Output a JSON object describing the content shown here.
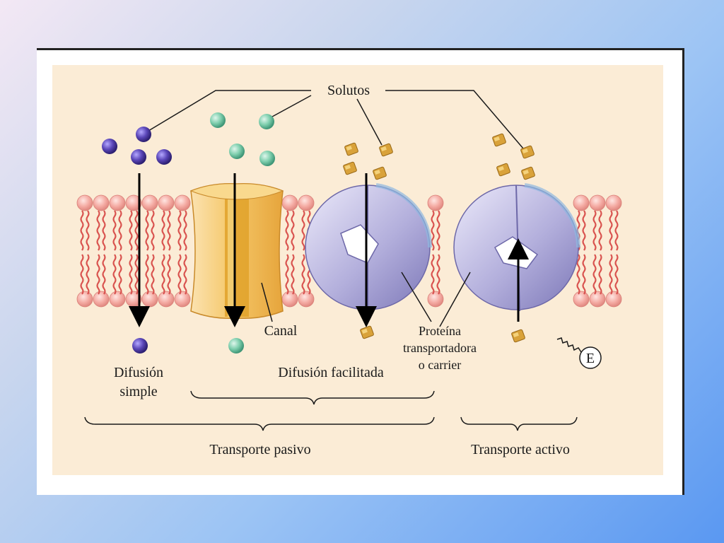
{
  "labels": {
    "solutos": "Solutos",
    "canal": "Canal",
    "proteina_line1": "Proteína",
    "proteina_line2": "transportadora",
    "proteina_line3": "o carrier",
    "difusion_simple_line1": "Difusión",
    "difusion_simple_line2": "simple",
    "difusion_facilitada": "Difusión facilitada",
    "transporte_pasivo": "Transporte pasivo",
    "transporte_activo": "Transporte activo",
    "energia": "E"
  },
  "colors": {
    "membrane_head": "#f3a9a2",
    "membrane_tail": "#d9534f",
    "purple_solute": "#4b3a9a",
    "teal_solute": "#6bbf9f",
    "gold_solute": "#d9a23a",
    "channel": "#f5c76b",
    "carrier": "#a9a5d6"
  }
}
